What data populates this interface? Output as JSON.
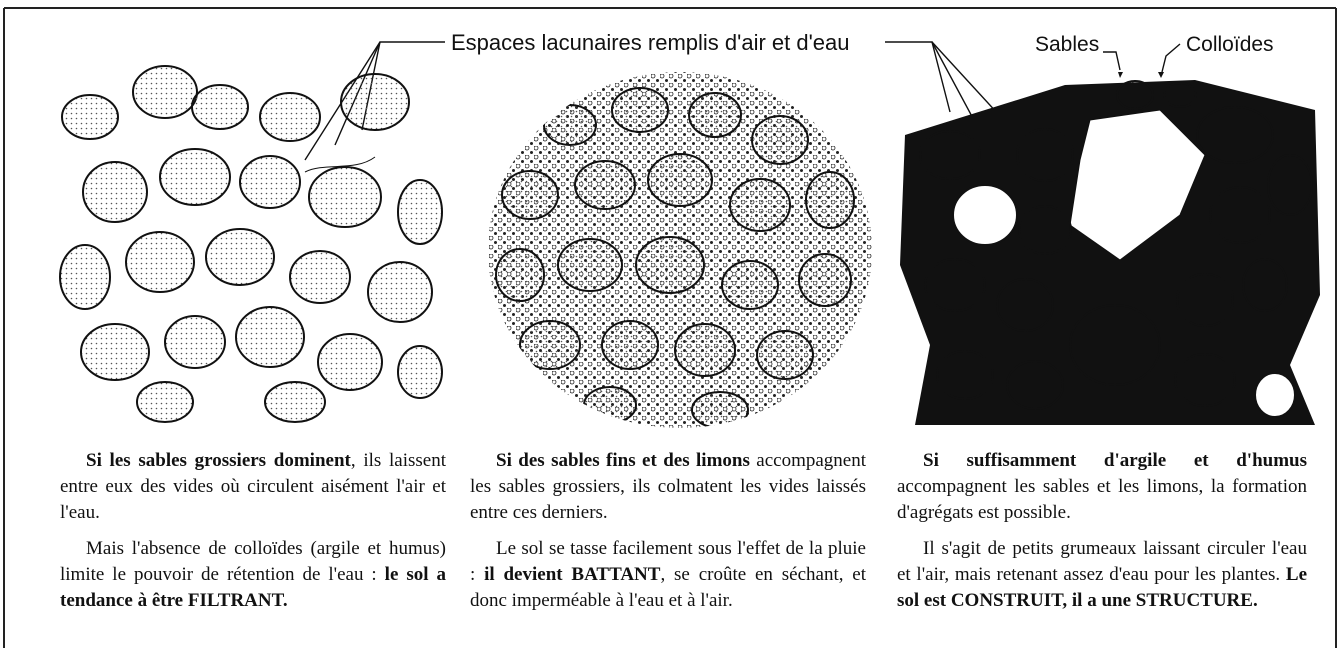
{
  "labels": {
    "espaces": "Espaces lacunaires remplis d'air et d'eau",
    "sables": "Sables",
    "colloides": "Colloïdes"
  },
  "columns": [
    {
      "p1_bold": "Si les sables grossiers dominent",
      "p1_rest": ", ils laissent entre eux des vides où circulent aisément l'air et l'eau.",
      "p2_text": "Mais l'absence de colloïdes (argile et humus) limite le pouvoir de rétention de l'eau : ",
      "p2_bold": "le sol a tendance à être FILTRANT."
    },
    {
      "p1_bold": "Si des sables fins et des limons",
      "p1_rest": " accompagnent les sables grossiers, ils colmatent les vides laissés entre ces derniers.",
      "p2_text": "Le sol se tasse facilement sous l'effet de la pluie : ",
      "p2_bold": "il devient BATTANT",
      "p2_rest": ", se croûte en séchant, et donc imperméable à l'eau et à l'air."
    },
    {
      "p1_bold": "Si suffisamment d'argile et d'humus",
      "p1_rest": " accompagnent les sables et les limons, la formation d'agrégats est possible.",
      "p2_text": "Il s'agit de petits grumeaux laissant circuler l'eau et l'air, mais retenant assez d'eau pour les plantes. ",
      "p2_bold": "Le sol est CONSTRUIT, il a une STRUCTURE."
    }
  ]
}
